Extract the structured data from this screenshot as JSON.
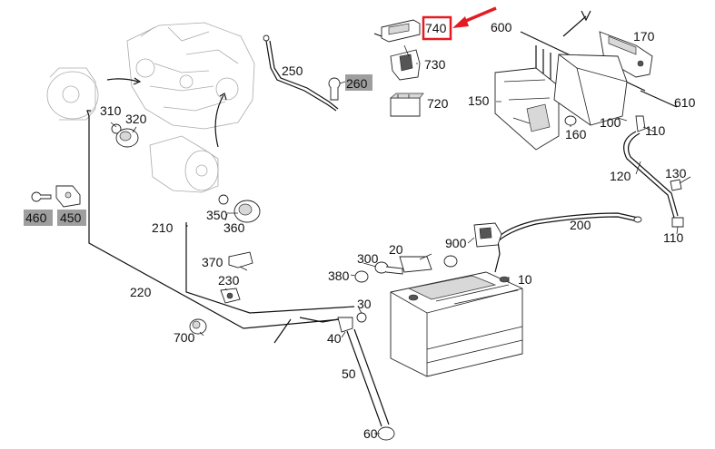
{
  "highlight_color": "#e31b23",
  "highlighted_part": "740",
  "labels": {
    "p740": "740",
    "p600": "600",
    "p170": "170",
    "p730": "730",
    "p720": "720",
    "p250": "250",
    "p260": "260",
    "p610": "610",
    "p150": "150",
    "p100": "100",
    "p160": "160",
    "p110a": "110",
    "p310": "310",
    "p320": "320",
    "p120": "120",
    "p130": "130",
    "p460": "460",
    "p450": "450",
    "p210": "210",
    "p350": "350",
    "p360": "360",
    "p200": "200",
    "p110b": "110",
    "p900": "900",
    "p20": "20",
    "p300": "300",
    "p370": "370",
    "p380": "380",
    "p10": "10",
    "p230": "230",
    "p220": "220",
    "p30": "30",
    "p700": "700",
    "p40": "40",
    "p50": "50",
    "p60": "60"
  }
}
